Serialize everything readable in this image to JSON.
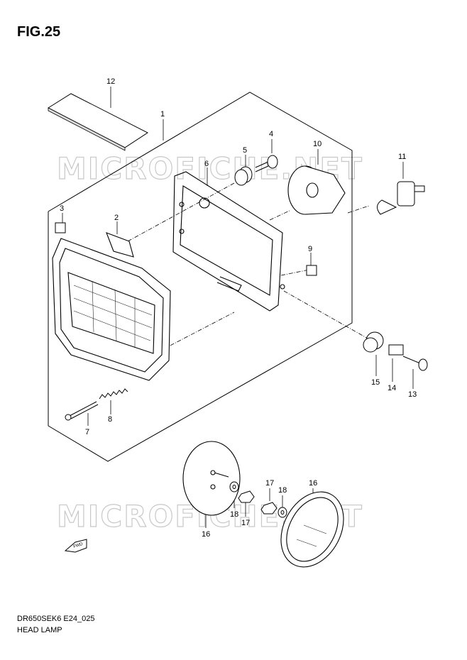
{
  "figure": {
    "title": "FIG.25"
  },
  "watermarks": [
    "MICROFICHE.NET",
    "MICROFICHE.NET"
  ],
  "callouts": [
    "12",
    "1",
    "4",
    "5",
    "10",
    "11",
    "6",
    "3",
    "2",
    "9",
    "15",
    "14",
    "13",
    "7",
    "8",
    "17",
    "18",
    "16",
    "18",
    "17",
    "16"
  ],
  "direction_marker": "FWD",
  "footer": {
    "code": "DR650SEK6 E24_025",
    "name": "HEAD LAMP"
  }
}
